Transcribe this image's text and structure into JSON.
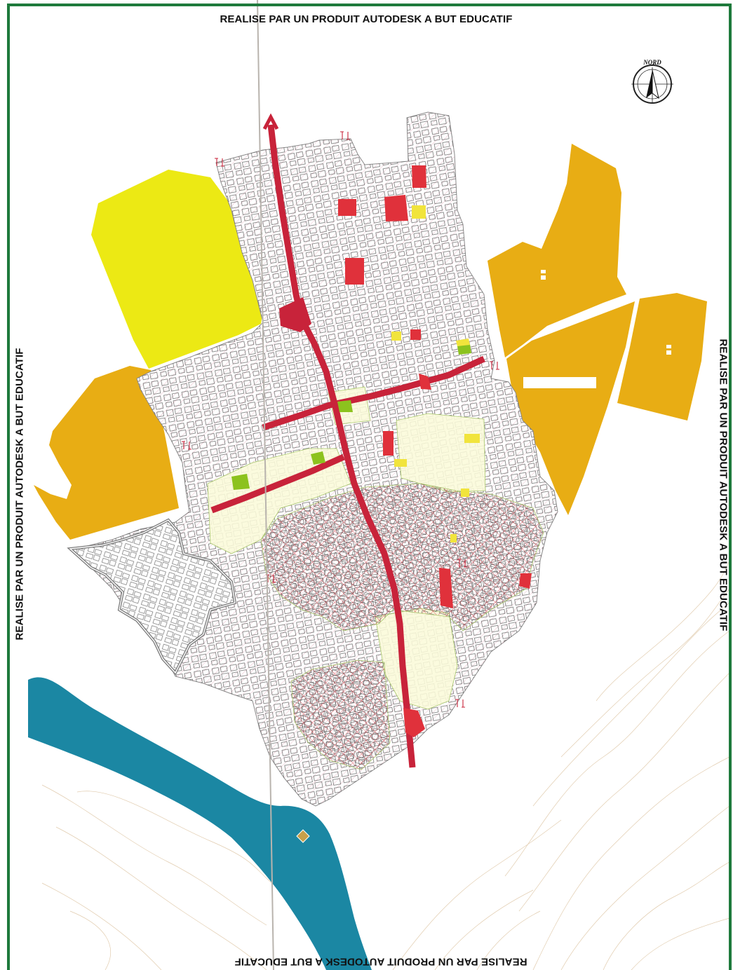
{
  "watermark": {
    "top": "REALISE PAR UN PRODUIT AUTODESK A BUT EDUCATIF",
    "left": "REALISE PAR UN PRODUIT AUTODESK A BUT EDUCATIF",
    "right": "REALISE PAR UN PRODUIT AUTODESK A BUT EDUCATIF",
    "bottom": "REALISE PAR UN PRODUIT AUTODESK A BUT EDUCATIF"
  },
  "compass": {
    "label": "NORD",
    "icon": "north-arrow-icon"
  },
  "colors": {
    "frame": "#1e7a3c",
    "fold": "#b9b4ae",
    "yellow_zone": "#ece914",
    "orange_zone": "#e8ad14",
    "road": "#c8233a",
    "facility_red": "#e0313b",
    "facility_yellow": "#f1e43c",
    "green_space": "#8cc21e",
    "river": "#1b87a3",
    "crosshatch": "#d6323c",
    "hatch": "#e2a4b6",
    "blocks": "#3c3c3c",
    "contour": "#dcc3a0",
    "fortress": "#7a7a7a",
    "marker": "#c8a04a"
  }
}
